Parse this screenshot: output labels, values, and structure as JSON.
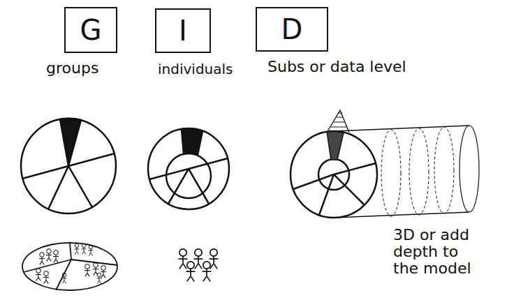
{
  "diagram": {
    "nodes": [
      {
        "text": [
          "G"
        ]
      },
      {
        "text": [
          "I"
        ]
      },
      {
        "text": [
          "D"
        ]
      }
    ],
    "labels": [
      "groups",
      "individuals",
      "Subs or data level",
      "3D or add depth to the model"
    ]
  }
}
